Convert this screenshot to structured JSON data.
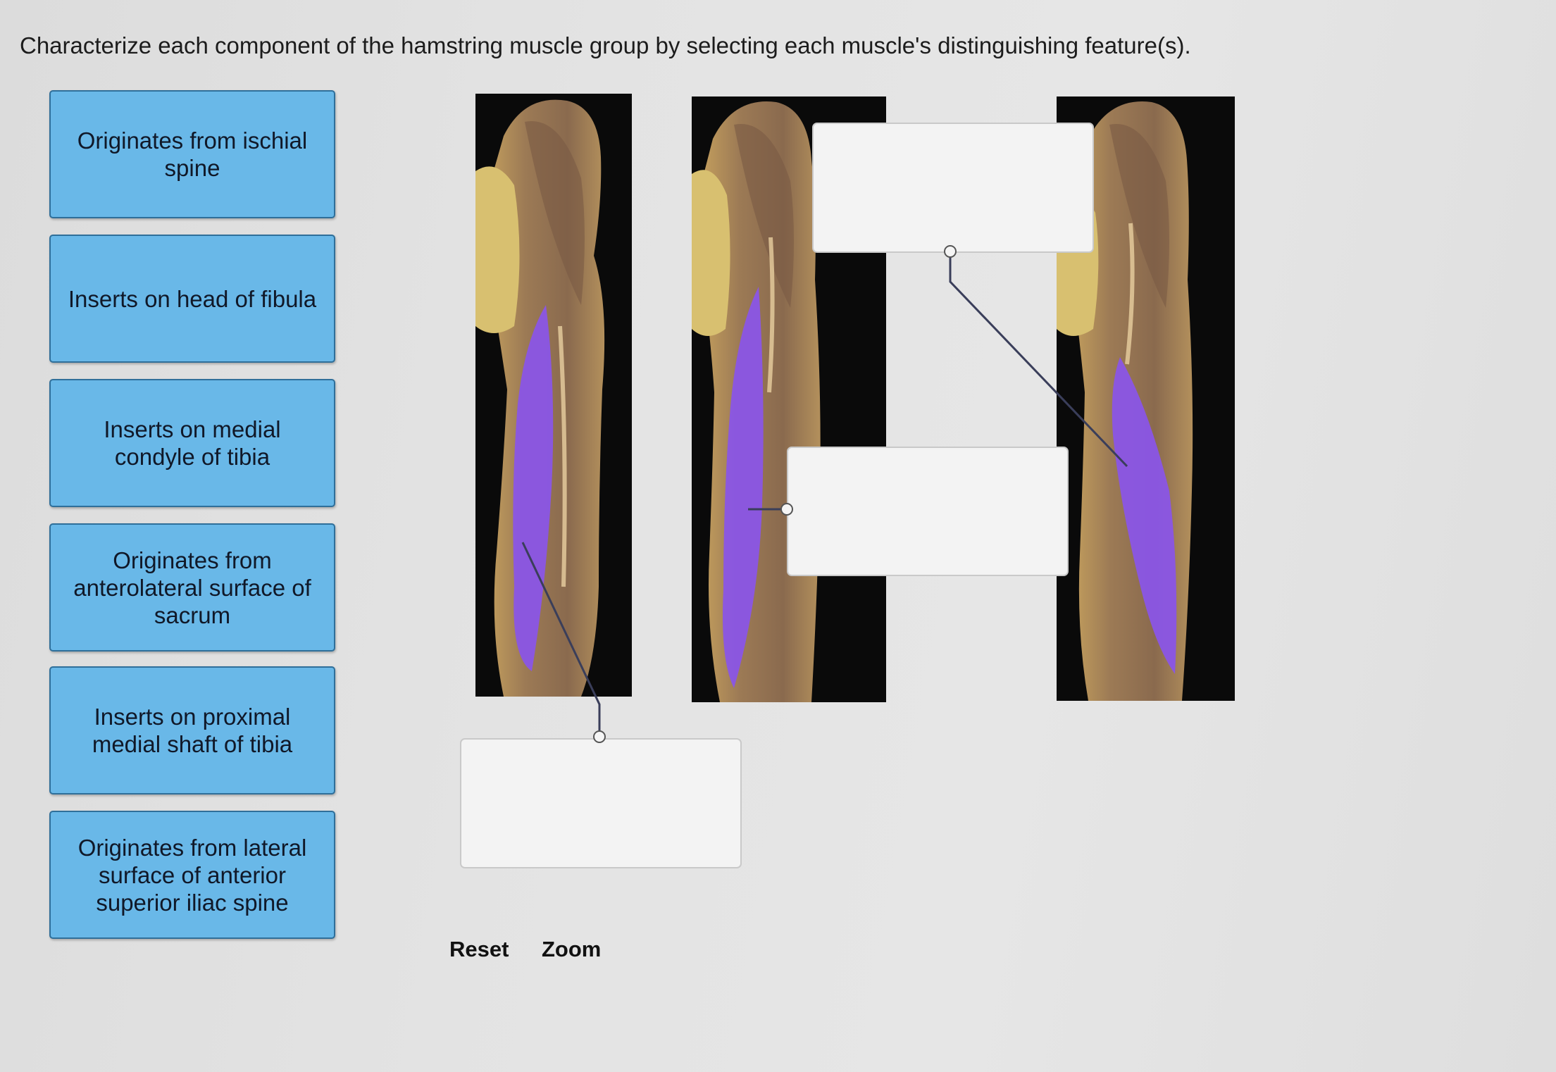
{
  "instructions": "Characterize each component of the hamstring muscle group by selecting each muscle's distinguishing feature(s).",
  "choices": [
    {
      "label": "Originates from ischial spine"
    },
    {
      "label": "Inserts on head of fibula"
    },
    {
      "label": "Inserts on medial condyle of tibia"
    },
    {
      "label": "Originates from anterolateral surface of sacrum"
    },
    {
      "label": "Inserts on proximal medial shaft of tibia"
    },
    {
      "label": "Originates from lateral surface of anterior superior iliac spine"
    }
  ],
  "figures": [
    {
      "highlight": "purple muscle, lower-left portion of thigh"
    },
    {
      "highlight": "purple muscle, long medial strip of thigh"
    },
    {
      "highlight": "purple muscle, lower-right portion of thigh"
    }
  ],
  "colors": {
    "choice_fill": "#69b8e8",
    "choice_border": "#2f6f9a",
    "highlight": "#8a55e6",
    "drop_box": "#f3f3f3"
  },
  "controls": {
    "reset_label": "Reset",
    "zoom_label": "Zoom"
  }
}
